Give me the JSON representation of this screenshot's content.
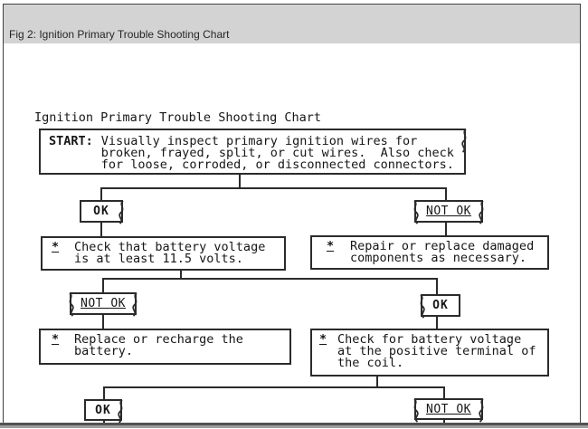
{
  "window": {
    "title_bar": "Fig 2: Ignition Primary Trouble Shooting Chart"
  },
  "chart": {
    "heading": "Ignition Primary Trouble Shooting Chart",
    "start_label": "START:",
    "start_text": "Visually inspect primary ignition wires for\nbroken, frayed, split, or cut wires.  Also check\nfor loose, corroded, or disconnected connectors.",
    "marker": "*",
    "labels": {
      "ok": "OK",
      "not_ok": "NOT OK"
    },
    "steps": {
      "check_battery": "Check that battery voltage\nis at least 11.5 volts.",
      "repair_components": "Repair or replace damaged\ncomponents as necessary.",
      "replace_battery": "Replace or recharge the\nbattery.",
      "check_coil": "Check for battery voltage\nat the positive terminal of\nthe coil."
    },
    "colors": {
      "line": "#2b2b2b",
      "titlebar_bg": "#d3d3d3",
      "frame_border": "#414141"
    }
  }
}
